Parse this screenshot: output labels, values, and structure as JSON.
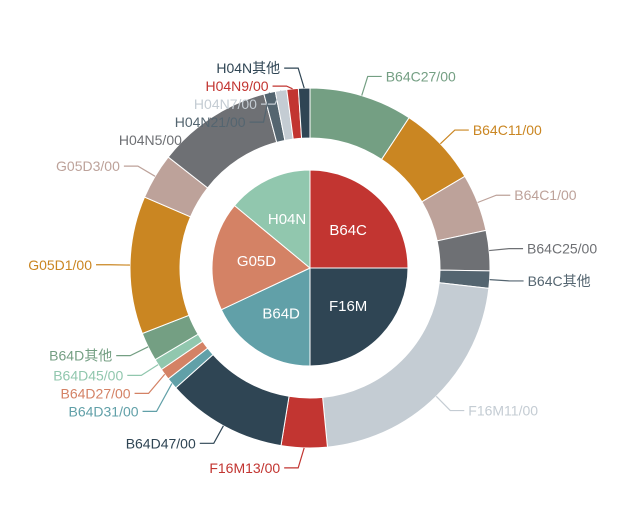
{
  "chart_data": {
    "type": "pie",
    "inner": [
      {
        "label": "B64C",
        "value": 25,
        "color": "#c23531"
      },
      {
        "label": "F16M",
        "value": 25,
        "color": "#2f4554"
      },
      {
        "label": "B64D",
        "value": 18,
        "color": "#61a0a8"
      },
      {
        "label": "G05D",
        "value": 18,
        "color": "#d48265"
      },
      {
        "label": "H04N",
        "value": 14,
        "color": "#91c7ae"
      }
    ],
    "outer": [
      {
        "label": "B64C27/00",
        "value": 9,
        "color": "#749f83"
      },
      {
        "label": "B64C11/00",
        "value": 7,
        "color": "#ca8622"
      },
      {
        "label": "B64C1/00",
        "value": 5,
        "color": "#bda29a"
      },
      {
        "label": "B64C25/00",
        "value": 3.5,
        "color": "#6e7074"
      },
      {
        "label": "B64C其他",
        "value": 1.5,
        "color": "#546570"
      },
      {
        "label": "F16M11/00",
        "value": 21,
        "color": "#c4ccd3"
      },
      {
        "label": "F16M13/00",
        "value": 4,
        "color": "#c23531"
      },
      {
        "label": "B64D47/00",
        "value": 10.5,
        "color": "#2f4554"
      },
      {
        "label": "B64D31/00",
        "value": 1,
        "color": "#61a0a8"
      },
      {
        "label": "B64D27/00",
        "value": 1,
        "color": "#d48265"
      },
      {
        "label": "B64D45/00",
        "value": 1,
        "color": "#91c7ae"
      },
      {
        "label": "B64D其他",
        "value": 2.5,
        "color": "#749f83"
      },
      {
        "label": "G05D1/00",
        "value": 12,
        "color": "#ca8622"
      },
      {
        "label": "G05D3/00",
        "value": 4,
        "color": "#bda29a"
      },
      {
        "label": "H04N5/00",
        "value": 10,
        "color": "#6e7074"
      },
      {
        "label": "H04N21/00",
        "value": 1,
        "color": "#546570"
      },
      {
        "label": "H04N7/00",
        "value": 1,
        "color": "#c4ccd3"
      },
      {
        "label": "H04N9/00",
        "value": 1,
        "color": "#c23531"
      },
      {
        "label": "H04N其他",
        "value": 1,
        "color": "#2f4554"
      }
    ]
  }
}
